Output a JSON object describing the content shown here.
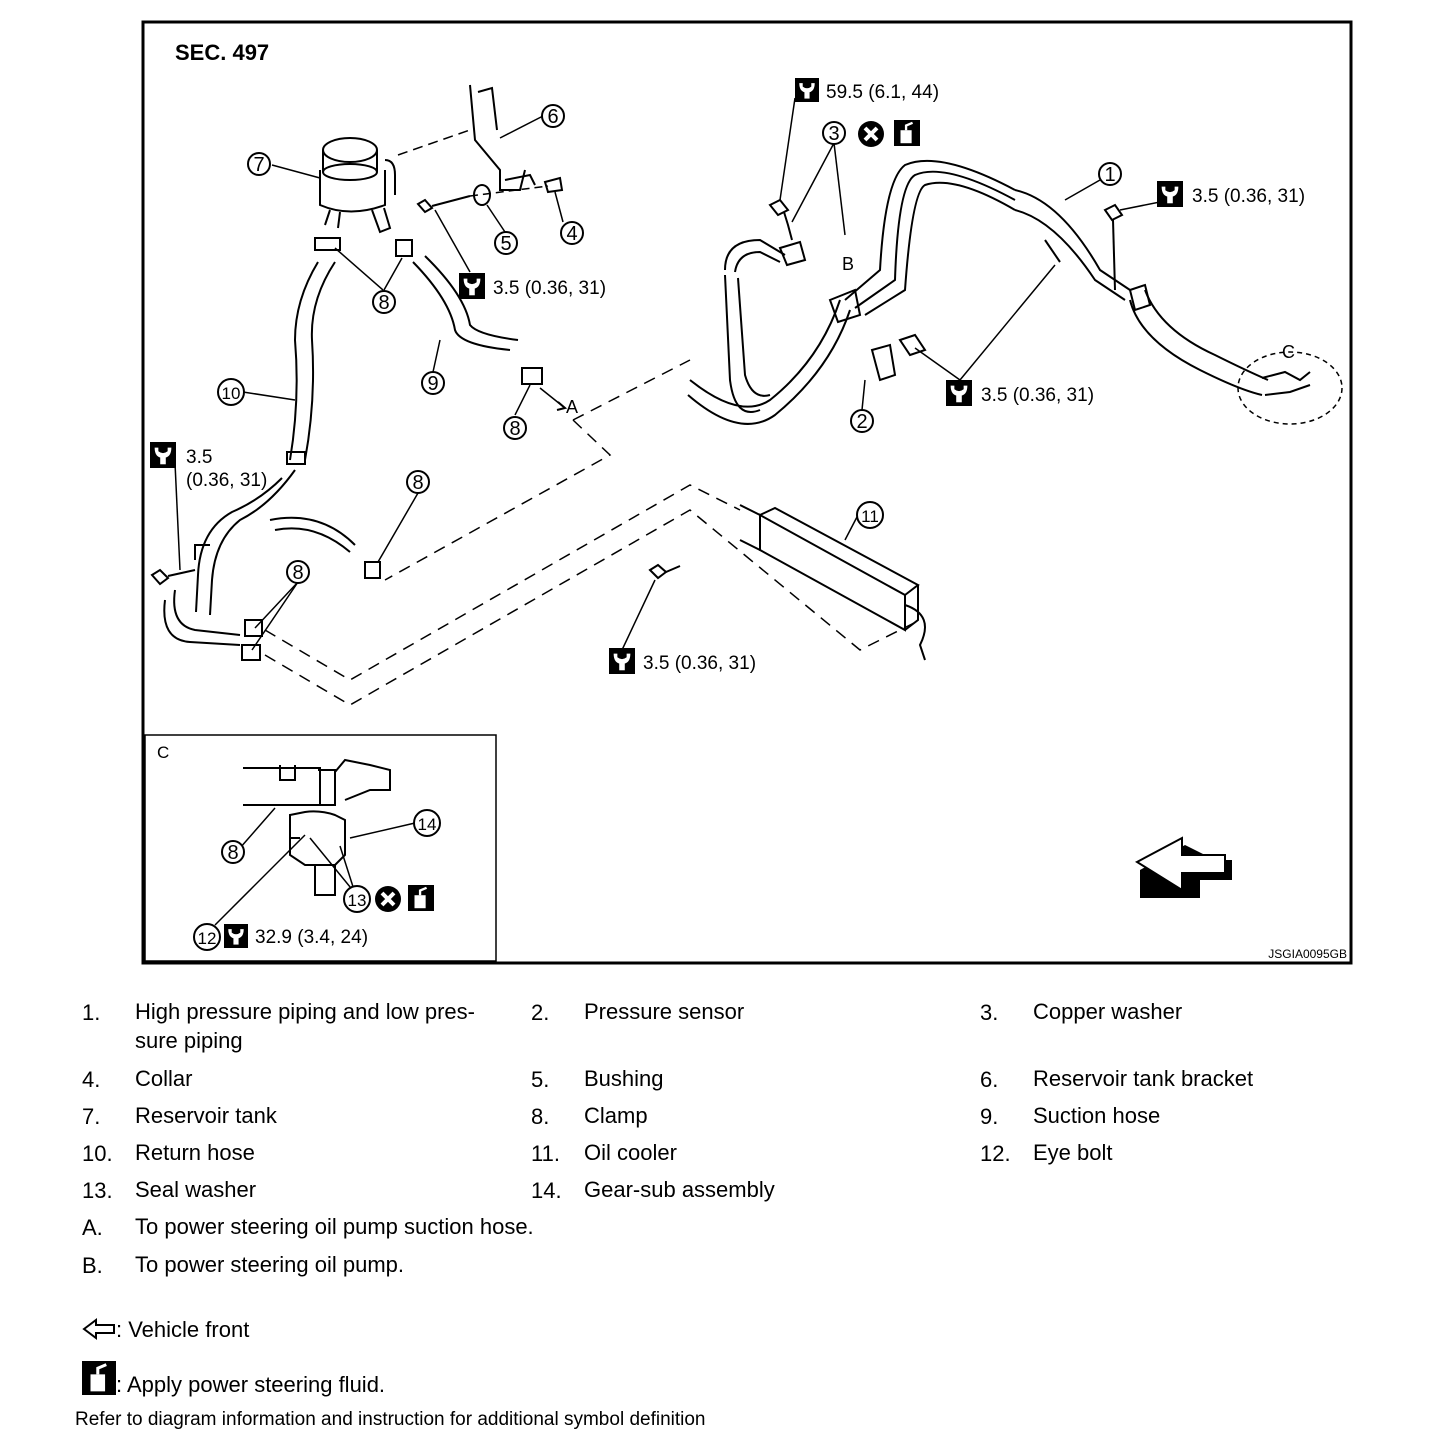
{
  "diagram": {
    "section": "SEC. 497",
    "figure_id": "JSGIA0095GB",
    "torques": {
      "t_59_5": "59.5 (6.1, 44)",
      "t_3_5": "3.5 (0.36, 31)",
      "t_3_5_line1": "3.5",
      "t_3_5_line2": "(0.36, 31)",
      "t_32_9": "32.9 (3.4, 24)"
    },
    "callouts": [
      "1",
      "2",
      "3",
      "4",
      "5",
      "6",
      "7",
      "8",
      "9",
      "10",
      "11",
      "12",
      "13",
      "14"
    ],
    "letters": {
      "a": "A",
      "b": "B",
      "c": "C"
    },
    "inset_label": "C"
  },
  "legend": {
    "items": [
      {
        "num": "1.",
        "label": "High pressure piping and low pres-",
        "label2": "sure piping"
      },
      {
        "num": "2.",
        "label": "Pressure sensor"
      },
      {
        "num": "3.",
        "label": "Copper washer"
      },
      {
        "num": "4.",
        "label": "Collar"
      },
      {
        "num": "5.",
        "label": "Bushing"
      },
      {
        "num": "6.",
        "label": "Reservoir tank bracket"
      },
      {
        "num": "7.",
        "label": "Reservoir tank"
      },
      {
        "num": "8.",
        "label": "Clamp"
      },
      {
        "num": "9.",
        "label": "Suction hose"
      },
      {
        "num": "10.",
        "label": "Return hose"
      },
      {
        "num": "11.",
        "label": "Oil cooler"
      },
      {
        "num": "12.",
        "label": "Eye bolt"
      },
      {
        "num": "13.",
        "label": "Seal washer"
      },
      {
        "num": "14.",
        "label": "Gear-sub assembly"
      },
      {
        "num": "A.",
        "label": "To power steering oil pump suction hose."
      },
      {
        "num": "B.",
        "label": "To power steering oil pump."
      }
    ],
    "vehicle_front": ": Vehicle front",
    "apply_fluid": ": Apply power steering fluid.",
    "refer_note": "Refer to diagram information and instruction for additional symbol definition"
  },
  "icons": [
    "torque-wrench-icon",
    "do-not-reuse-icon",
    "apply-fluid-icon",
    "vehicle-front-arrow-icon"
  ]
}
